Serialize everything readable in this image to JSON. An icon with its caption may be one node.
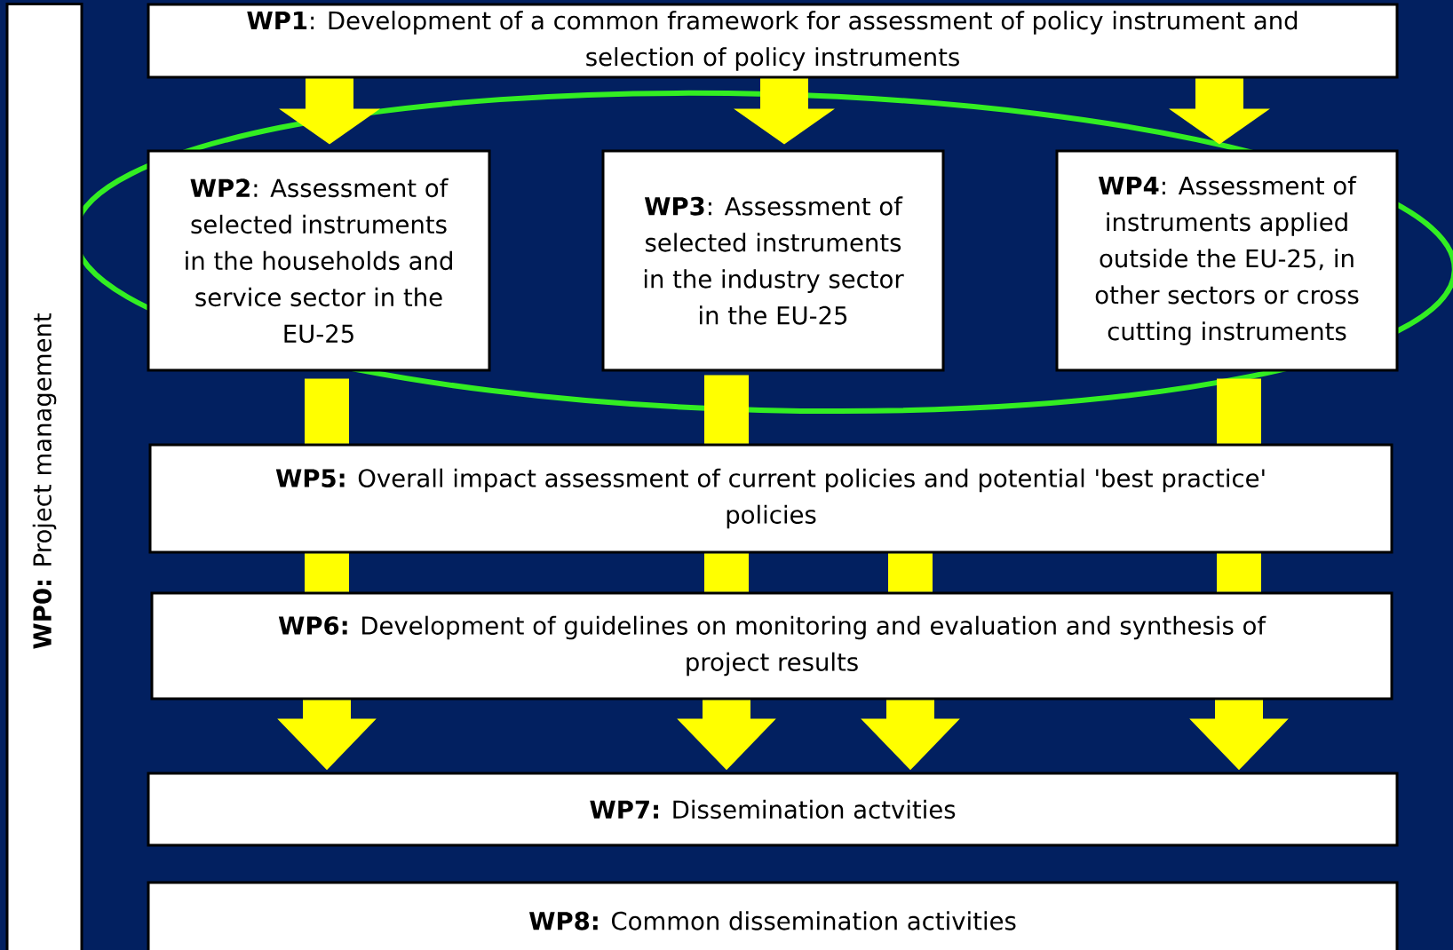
{
  "diagram": {
    "nodes": [
      {
        "text": [
          "**WP0:** Project management"
        ]
      },
      {
        "text": [
          "**WP1**: Development of a common framework for assessment of policy instrument and selection of policy instruments"
        ]
      },
      {
        "text": [
          "**WP2**: Assessment of selected instruments in the households and service sector in the EU-25"
        ]
      },
      {
        "text": [
          "**WP3**: Assessment of selected instruments in the industry sector in the EU-25"
        ]
      },
      {
        "text": [
          "**WP4**: Assessment of instruments applied outside the EU-25, in other sectors or cross cutting instruments"
        ]
      },
      {
        "text": [
          "**WP5:** Overall impact assessment of current policies and potential 'best practice' policies"
        ]
      },
      {
        "text": [
          "**WP6:** Development of guidelines on monitoring and evaluation  and synthesis of project results"
        ]
      },
      {
        "text": [
          "**WP7:** Dissemination actvities"
        ]
      },
      {
        "text": [
          "**WP8:** Common dissemination activities"
        ]
      }
    ],
    "edges": [
      {
        "from": 1,
        "to": 2,
        "arrow": "to"
      },
      {
        "from": 1,
        "to": 3,
        "arrow": "to"
      },
      {
        "from": 1,
        "to": 4,
        "arrow": "to"
      },
      {
        "from": 2,
        "to": 5,
        "arrow": "none"
      },
      {
        "from": 3,
        "to": 5,
        "arrow": "none"
      },
      {
        "from": 4,
        "to": 5,
        "arrow": "none"
      },
      {
        "from": 5,
        "to": 6,
        "arrow": "none"
      },
      {
        "from": 5,
        "to": 6,
        "arrow": "none"
      },
      {
        "from": 5,
        "to": 6,
        "arrow": "none"
      },
      {
        "from": 5,
        "to": 6,
        "arrow": "none"
      },
      {
        "from": 6,
        "to": 7,
        "arrow": "to"
      },
      {
        "from": 6,
        "to": 7,
        "arrow": "to"
      },
      {
        "from": 6,
        "to": 7,
        "arrow": "to"
      },
      {
        "from": 6,
        "to": 7,
        "arrow": "to"
      }
    ]
  }
}
